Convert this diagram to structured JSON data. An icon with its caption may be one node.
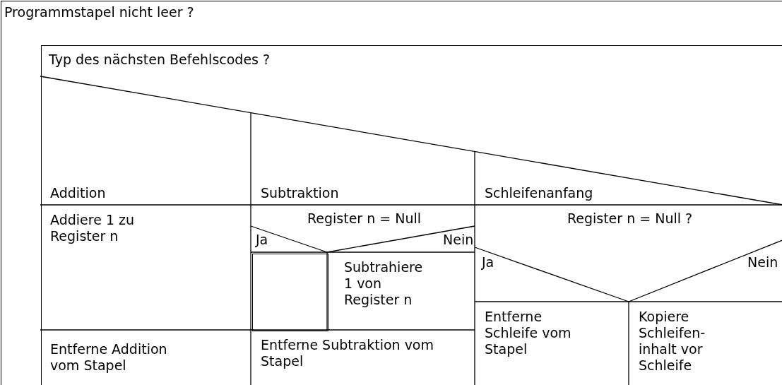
{
  "diagram": {
    "nodes": [
      {
        "text": [
          "Programmstapel nicht leer ?"
        ]
      },
      {
        "text": [
          "Typ des nächsten Befehlscodes ?"
        ],
        "in": 0
      },
      {
        "text": [
          "Addition"
        ],
        "in": 1
      },
      {
        "text": [
          "Addiere 1 zu Register n"
        ],
        "in": 2
      },
      {
        "text": [
          "Entferne Addition vom Stapel"
        ],
        "in": 2
      },
      {
        "text": [
          "Subtraktion"
        ],
        "in": 1
      },
      {
        "text": [
          "Register n = Null",
          "Ja",
          "Nein"
        ],
        "in": 5
      },
      {
        "text": [],
        "shape": "box",
        "in": 6
      },
      {
        "text": [
          "Subtrahiere 1 von Register n"
        ],
        "in": 6
      },
      {
        "text": [
          "Entferne Subtraktion vom Stapel"
        ],
        "in": 5
      },
      {
        "text": [
          "Schleifenanfang"
        ],
        "in": 1
      },
      {
        "text": [
          "Register n = Null ?",
          "Ja",
          "Nein"
        ],
        "in": 10
      },
      {
        "text": [
          "Entferne Schleife vom Stapel"
        ],
        "in": 11
      },
      {
        "text": [
          "Kopiere Schleifen- inhalt vor Schleife"
        ],
        "in": 11
      }
    ],
    "edges": []
  }
}
